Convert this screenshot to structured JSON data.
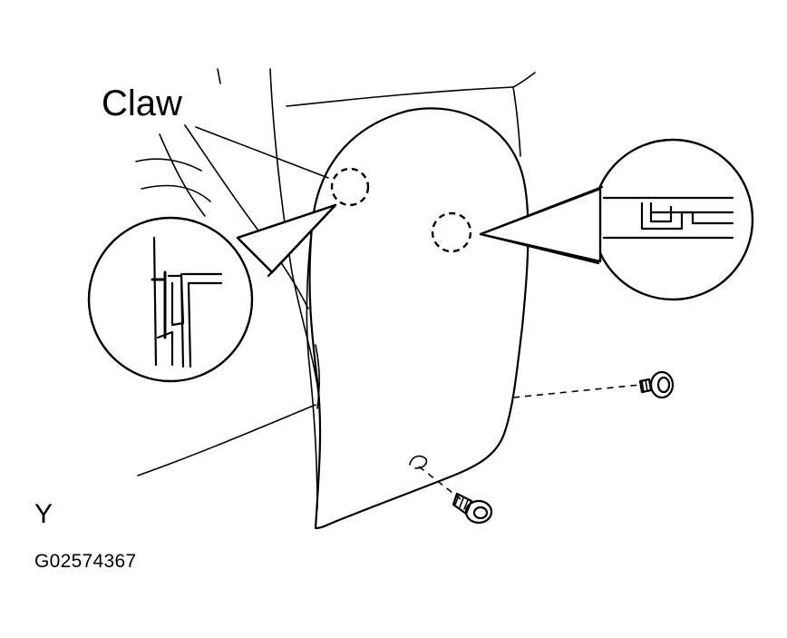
{
  "diagram": {
    "labels": {
      "claw": "Claw",
      "view": "Y",
      "code": "G02574367"
    },
    "colors": {
      "line": "#000000",
      "background": "#ffffff"
    }
  }
}
